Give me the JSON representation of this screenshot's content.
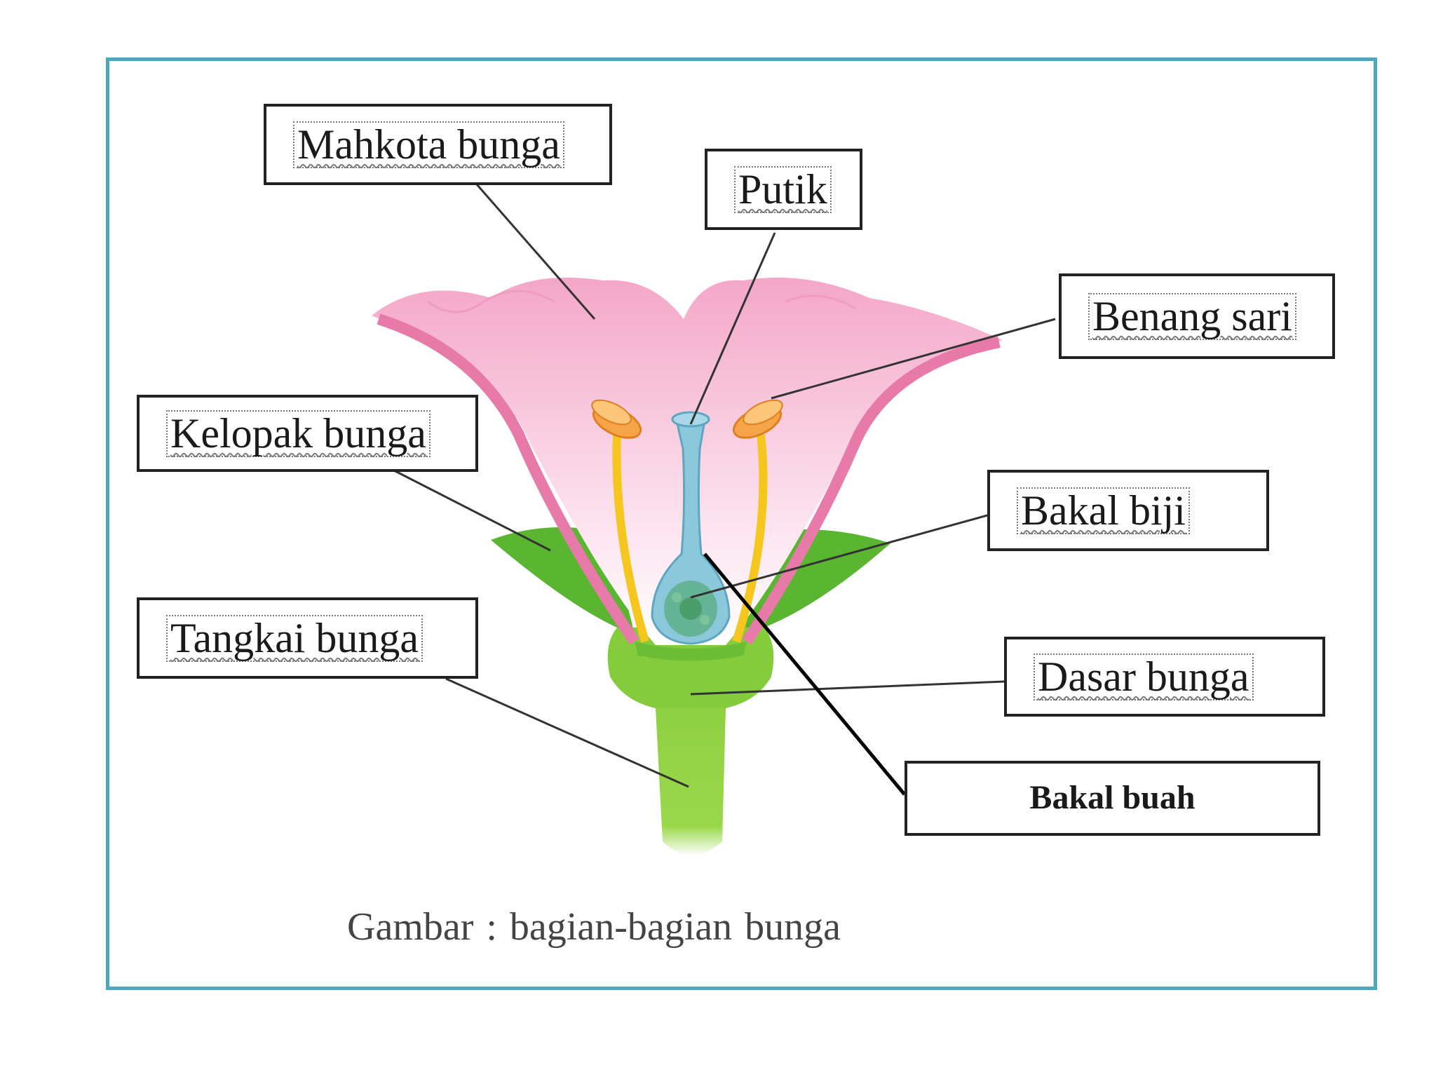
{
  "labels": {
    "mahkota": "Mahkota bunga",
    "putik": "Putik",
    "benang_sari": "Benang sari",
    "kelopak": "Kelopak bunga",
    "bakal_biji": "Bakal biji",
    "tangkai": "Tangkai bunga",
    "dasar": "Dasar bunga",
    "bakal_buah": "Bakal buah"
  },
  "caption": "Gambar : bagian-bagian  bunga",
  "colors": {
    "frame": "#4aa8c0",
    "petal": "#f19cc2",
    "petal_light": "#fde7f0",
    "sepal": "#6cc23a",
    "stem": "#8cd240",
    "pistil": "#7ec4d8",
    "filament": "#f5c61e",
    "anther": "#f4a64a"
  }
}
